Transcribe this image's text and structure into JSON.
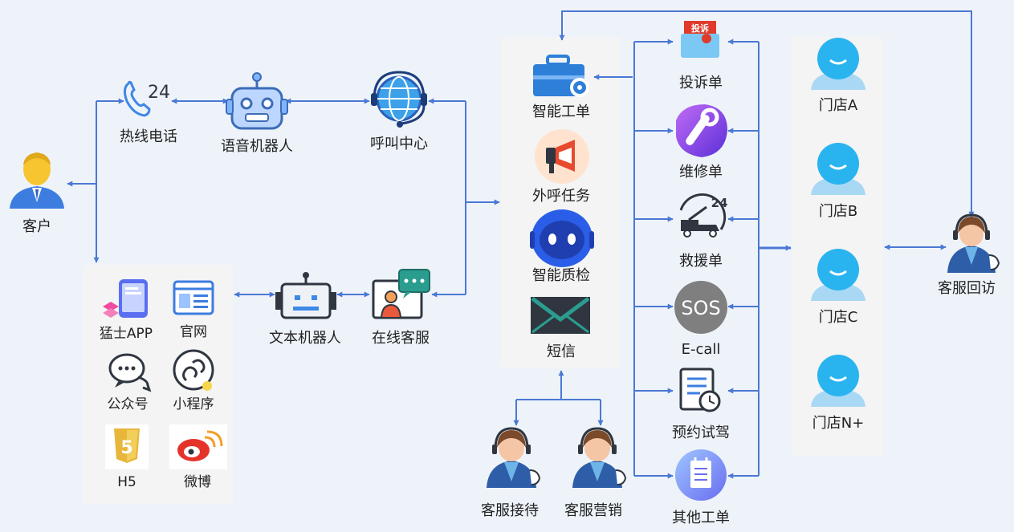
{
  "customer": {
    "label": "客户"
  },
  "hotline": {
    "label": "热线电话",
    "icon_text": "24"
  },
  "voice_robot": {
    "label": "语音机器人"
  },
  "call_center": {
    "label": "呼叫中心"
  },
  "text_robot": {
    "label": "文本机器人"
  },
  "online_service": {
    "label": "在线客服"
  },
  "channels": [
    {
      "label": "猛士APP",
      "icon": "phone-app-icon"
    },
    {
      "label": "官网",
      "icon": "browser-window-icon"
    },
    {
      "label": "公众号",
      "icon": "chat-bubbles-icon"
    },
    {
      "label": "小程序",
      "icon": "mini-program-icon"
    },
    {
      "label": "H5",
      "icon": "html5-icon",
      "icon_text": "5"
    },
    {
      "label": "微博",
      "icon": "weibo-icon"
    }
  ],
  "smart_tools": [
    {
      "label": "智能工单",
      "icon": "toolbox-gear-icon"
    },
    {
      "label": "外呼任务",
      "icon": "megaphone-icon"
    },
    {
      "label": "智能质检",
      "icon": "robot-face-icon"
    },
    {
      "label": "短信",
      "icon": "envelope-icon"
    }
  ],
  "agents": {
    "reception": "客服接待",
    "marketing": "客服营销",
    "revisit": "客服回访"
  },
  "tickets": [
    {
      "label": "投诉单",
      "icon": "complaint-icon",
      "icon_text": "投诉"
    },
    {
      "label": "维修单",
      "icon": "wrench-icon"
    },
    {
      "label": "救援单",
      "icon": "tow-truck-icon",
      "icon_text": "24"
    },
    {
      "label": "E-call",
      "icon": "sos-icon",
      "icon_text": "SOS"
    },
    {
      "label": "预约试驾",
      "icon": "schedule-doc-icon"
    },
    {
      "label": "其他工单",
      "icon": "notepad-icon"
    }
  ],
  "stores": [
    {
      "label": "门店A"
    },
    {
      "label": "门店B"
    },
    {
      "label": "门店C"
    },
    {
      "label": "门店N+"
    }
  ],
  "colors": {
    "arrow": "#4a78d4",
    "panel": "#f4f4f4",
    "icon_blue": "#2e8ae6",
    "store_blue": "#29b4f0",
    "purple": "#7b3fe4"
  }
}
